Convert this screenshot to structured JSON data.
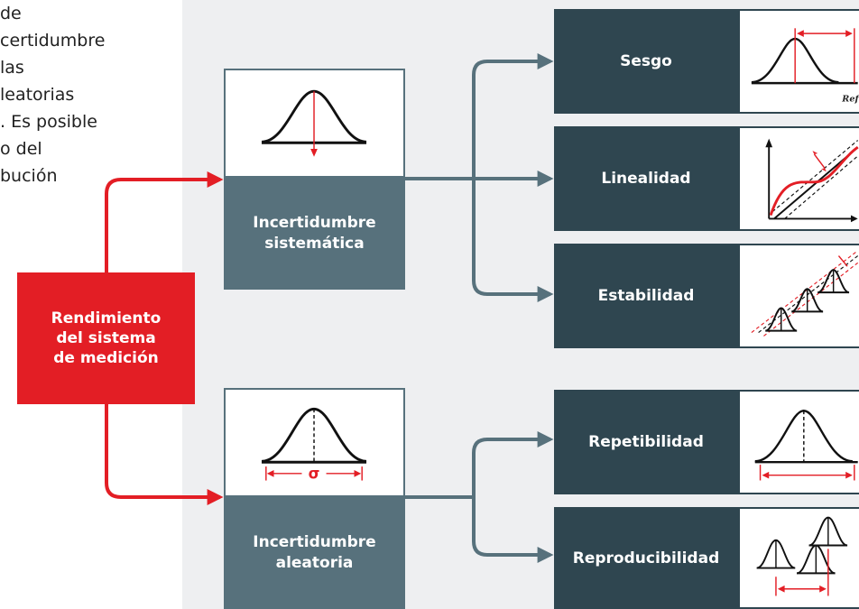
{
  "intro_lines": [
    "de",
    "certidumbre",
    "las",
    "leatorias",
    ". Es posible",
    "o del",
    "bución"
  ],
  "root": {
    "label_lines": [
      "Rendimiento",
      "del sistema",
      "de medición"
    ]
  },
  "systematic": {
    "label_lines": [
      "Incertidumbre",
      "sistemática"
    ]
  },
  "random": {
    "label_lines": [
      "Incertidumbre",
      "aleatoria"
    ],
    "sigma": "σ"
  },
  "components": {
    "sesgo": "Sesgo",
    "linealidad": "Linealidad",
    "estabilidad": "Estabilidad",
    "repetibilidad": "Repetibilidad",
    "reproducibilidad": "Reproducibilidad"
  },
  "sesgo_ref": "Ref",
  "colors": {
    "red": "#e31e25",
    "steel": "#57717c",
    "dark": "#2f4650",
    "panel": "#eeeff1"
  }
}
